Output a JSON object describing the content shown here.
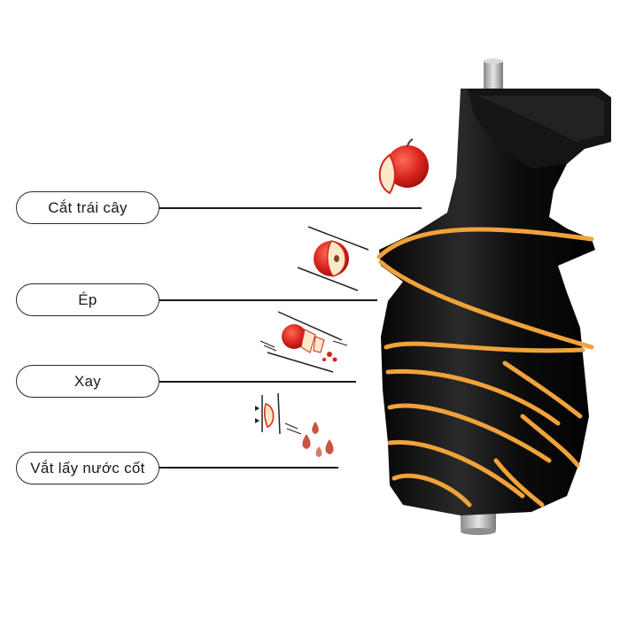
{
  "labels": {
    "cut": "Cắt trái cây",
    "press": "Ép",
    "grind": "Xay",
    "squeeze": "Vắt lấy nước cốt"
  },
  "colors": {
    "auger_body": "#0a0a0a",
    "auger_stripe": "#f2a23a",
    "apple_red": "#d8231c",
    "shaft": "#b9b9b9"
  },
  "icons": {
    "step1": "whole-apple-icon",
    "step2": "halved-apple-icon",
    "step3": "sliced-apple-icon",
    "step4": "juice-drops-icon"
  }
}
